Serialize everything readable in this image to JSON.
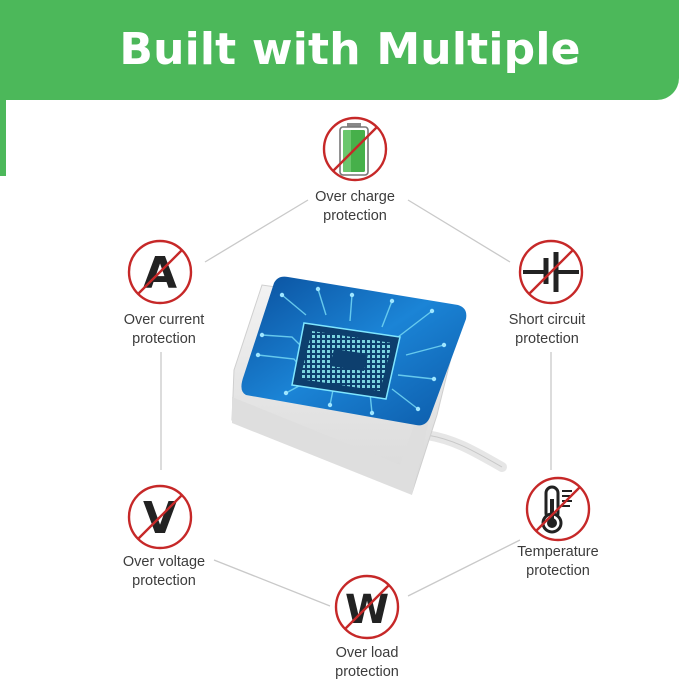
{
  "banner": {
    "title": "Built with Multiple Protection",
    "color": "#4cb85a"
  },
  "protections": [
    {
      "id": "over-charge",
      "icon": "battery-icon",
      "line1": "Over charge",
      "line2": "protection"
    },
    {
      "id": "over-current",
      "icon": "letter-a-icon",
      "glyph": "A",
      "line1": "Over current",
      "line2": "protection"
    },
    {
      "id": "short-circuit",
      "icon": "capacitor-icon",
      "line1": "Short circuit",
      "line2": "protection"
    },
    {
      "id": "over-voltage",
      "icon": "letter-v-icon",
      "glyph": "V",
      "line1": "Over voltage",
      "line2": "protection"
    },
    {
      "id": "temperature",
      "icon": "thermometer-icon",
      "line1": "Temperature",
      "line2": "protection"
    },
    {
      "id": "over-load",
      "icon": "letter-w-icon",
      "glyph": "W",
      "line1": "Over load",
      "line2": "protection"
    }
  ],
  "colors": {
    "prohibit_red": "#c62828",
    "icon_dark": "#222222",
    "battery_green": "#46b04a",
    "chip_blue": "#1677c8"
  }
}
